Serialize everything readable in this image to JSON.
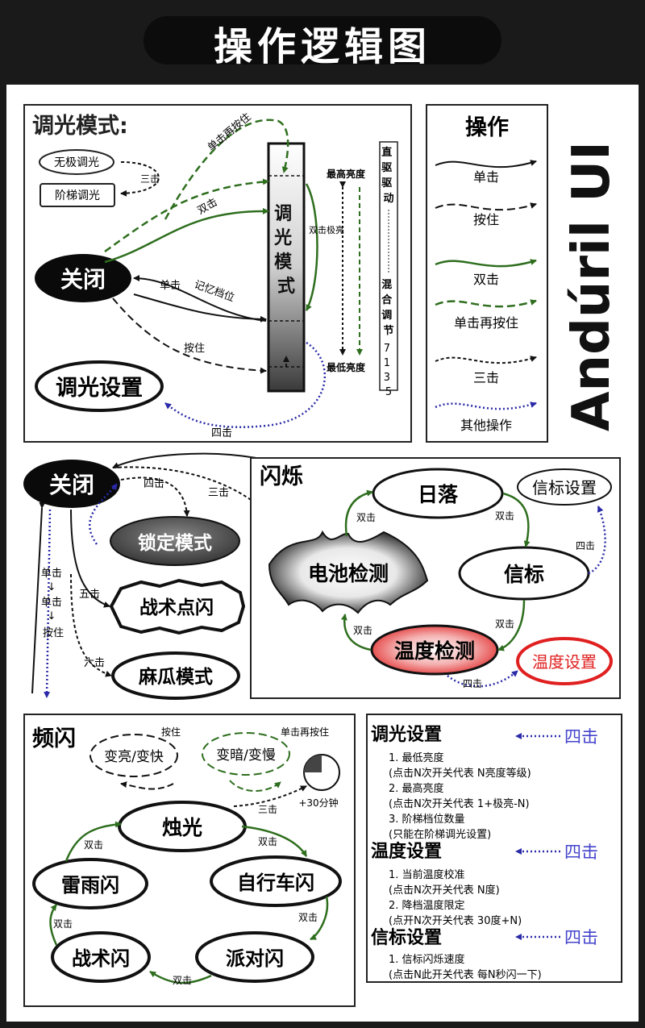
{
  "page": {
    "title": "操作逻辑图",
    "brand": "Andúril UI"
  },
  "ramp": {
    "heading": "调光模式:",
    "smooth": "无极调光",
    "stepped": "阶梯调光",
    "triple": "三击",
    "single_hold": "单击再按住",
    "double": "双击",
    "off": "关闭",
    "single": "单击",
    "memory": "记忆档位",
    "hold": "按住",
    "config": "调光设置",
    "quad": "四击",
    "column": "调光模式",
    "double_turbo": "双击极亮",
    "ceiling": "最高亮度",
    "floor": "最低亮度",
    "driver_label": "直驱驱动",
    "mix_label": "混合调节",
    "mix_digits": [
      "7",
      "1",
      "3",
      "5"
    ]
  },
  "legend": {
    "heading": "操作",
    "items": [
      "单击",
      "按住",
      "双击",
      "单击再按住",
      "三击",
      "其他操作"
    ]
  },
  "lockout": {
    "off": "关闭",
    "quad": "四击",
    "triple": "三击",
    "lockout": "锁定模式",
    "sequence": [
      "单击",
      "↓",
      "单击",
      "↓",
      "按住"
    ],
    "five": "五击",
    "strobe": "战术点闪",
    "six": "六击",
    "momentary": "麻瓜模式"
  },
  "blink": {
    "heading": "闪烁",
    "sunset": "日落",
    "beacon_cfg": "信标设置",
    "battery": "电池检测",
    "beacon": "信标",
    "temp": "温度检测",
    "temp_cfg": "温度设置",
    "double": "双击",
    "quad": "四击"
  },
  "strobe": {
    "heading": "频闪",
    "hold": "按住",
    "brighter": "变亮/变快",
    "single_hold": "单击再按住",
    "dimmer": "变暗/变慢",
    "candle": "烛光",
    "triple": "三击",
    "timer": "+30分钟",
    "lightning": "雷雨闪",
    "bike": "自行车闪",
    "tactical": "战术闪",
    "party": "派对闪",
    "double": "双击"
  },
  "settings": {
    "ramp_title": "调光设置",
    "ramp_lines": [
      "1. 最低亮度",
      "(点击N次开关代表 N亮度等级)",
      "2. 最高亮度",
      "(点击N次开关代表 1+极亮-N)",
      "3. 阶梯档位数量",
      "(只能在阶梯调光设置)"
    ],
    "temp_title": "温度设置",
    "temp_lines": [
      "1. 当前温度校准",
      "(点击N次开关代表 N度)",
      "2. 降档温度限定",
      "(点开N次开关代表 30度+N)"
    ],
    "beacon_title": "信标设置",
    "beacon_lines": [
      "1. 信标闪烁速度",
      "(点击N此开关代表 每N秒闪一下)"
    ],
    "quad": "四击"
  },
  "colors": {
    "green": "#2e6e1e",
    "quad_blue": "#2a2aa8",
    "settings_blue": "#4444cc",
    "temp_red": "#e02020"
  }
}
